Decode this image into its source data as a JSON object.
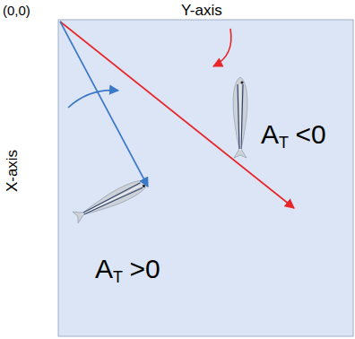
{
  "diagram": {
    "labels": [
      "(0,0)",
      "Y-axis",
      "X-axis",
      "A",
      "T",
      "<0",
      "A",
      "T",
      ">0"
    ]
  }
}
